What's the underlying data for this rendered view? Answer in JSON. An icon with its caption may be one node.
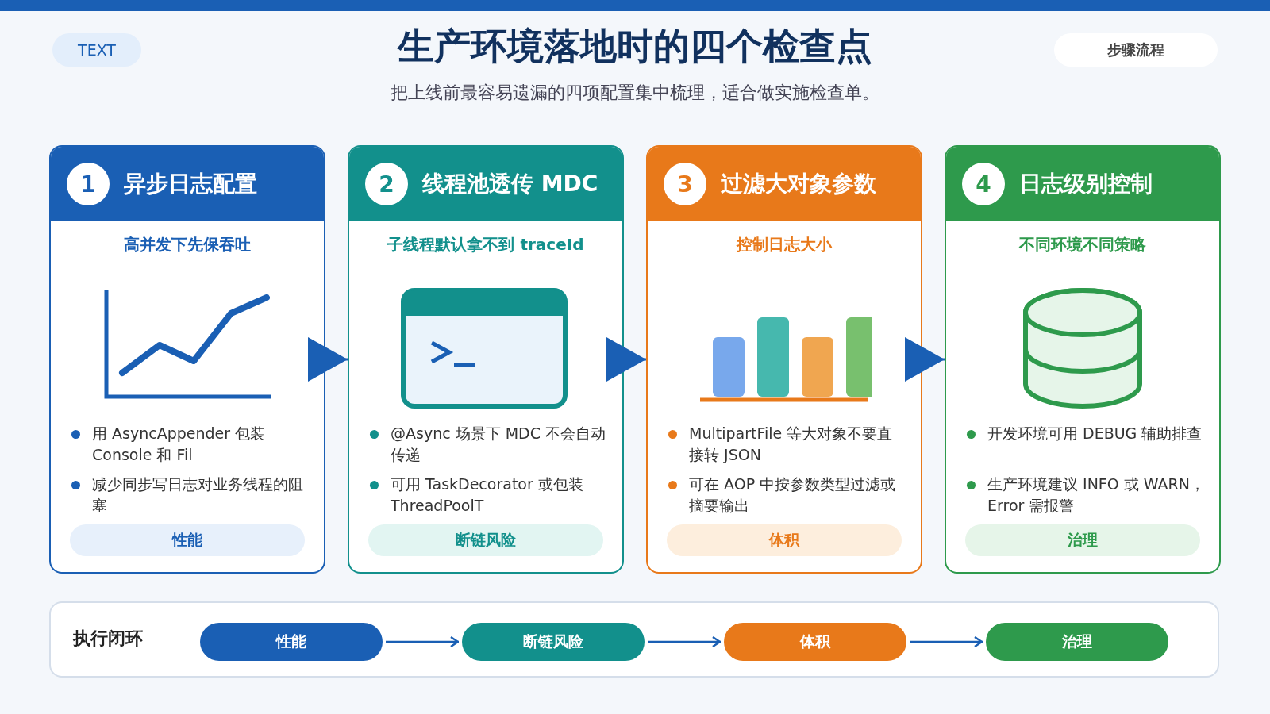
{
  "diagram": {
    "title": "生产环境落地时的四个检查点",
    "nodes": [
      {
        "text": [
          "1",
          "异步日志配置",
          "高并发下先保吞吐",
          "用 AsyncAppender 包装 Console 和 Fil",
          "减少同步写日志对业务线程的阻塞",
          "性能"
        ]
      },
      {
        "text": [
          "2",
          "线程池透传 MDC",
          "子线程默认拿不到 traceId",
          "@Async 场景下 MDC 不会自动传递",
          "可用 TaskDecorator 或包装 ThreadPoolT",
          "断链风险"
        ]
      },
      {
        "text": [
          "3",
          "过滤大对象参数",
          "控制日志大小",
          "MultipartFile 等大对象不要直接转 JSON",
          "可在 AOP 中按参数类型过滤或摘要输出",
          "体积"
        ]
      },
      {
        "text": [
          "4",
          "日志级别控制",
          "不同环境不同策略",
          "开发环境可用 DEBUG 辅助排查",
          "生产环境建议 INFO 或 WARN，Error 需报警",
          "治理"
        ]
      },
      {
        "text": [
          "执行闭环"
        ]
      },
      {
        "text": [
          "性能"
        ],
        "in": 4
      },
      {
        "text": [
          "断链风险"
        ],
        "in": 4
      },
      {
        "text": [
          "体积"
        ],
        "in": 4
      },
      {
        "text": [
          "治理"
        ],
        "in": 4
      }
    ],
    "edges": [
      {
        "from": 0,
        "to": 1,
        "arrow": "to"
      },
      {
        "from": 1,
        "to": 2,
        "arrow": "to"
      },
      {
        "from": 2,
        "to": 3,
        "arrow": "to"
      },
      {
        "from": 5,
        "to": 6,
        "arrow": "to"
      },
      {
        "from": 6,
        "to": 7,
        "arrow": "to"
      },
      {
        "from": 7,
        "to": 8,
        "arrow": "to"
      }
    ],
    "labels": [
      "TEXT",
      "步骤流程",
      "把上线前最容易遗漏的四项配置集中梳理，适合做实施检查单。"
    ]
  }
}
